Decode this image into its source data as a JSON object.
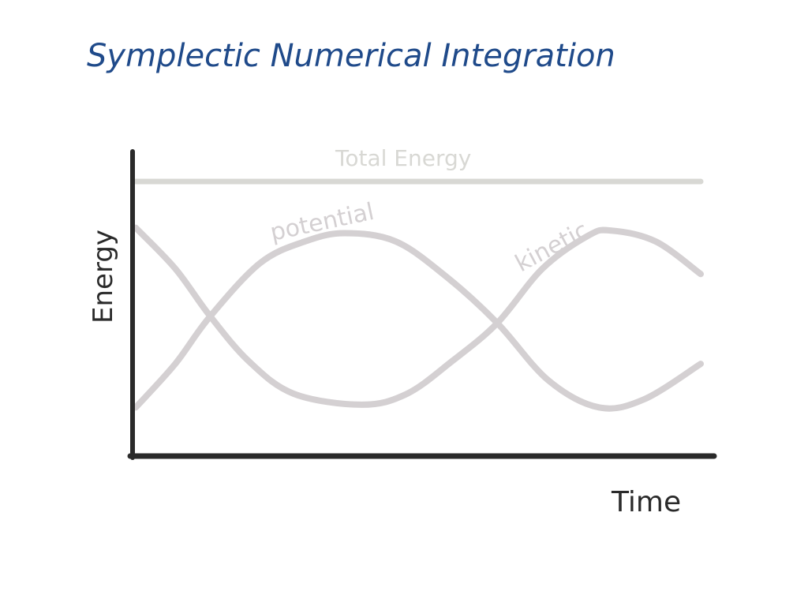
{
  "chart_data": {
    "type": "line",
    "title": "Symplectic Numerical Integration",
    "xlabel": "Time",
    "ylabel": "Energy",
    "xlim": [
      0,
      1
    ],
    "ylim": [
      0,
      1
    ],
    "grid": false,
    "series": [
      {
        "name": "Total Energy",
        "color": "#d8d8d4",
        "x": [
          0,
          1
        ],
        "y": [
          1,
          1
        ]
      },
      {
        "name": "potential",
        "color": "#d4d0d2",
        "x": [
          0,
          0.07,
          0.13,
          0.22,
          0.3,
          0.37,
          0.46,
          0.55,
          0.64,
          0.73,
          0.82,
          0.9,
          1
        ],
        "y": [
          0.17,
          0.33,
          0.5,
          0.7,
          0.78,
          0.81,
          0.78,
          0.65,
          0.48,
          0.27,
          0.17,
          0.2,
          0.33
        ]
      },
      {
        "name": "kinetic",
        "color": "#d4d0d2",
        "x": [
          0,
          0.07,
          0.13,
          0.2,
          0.28,
          0.4,
          0.48,
          0.56,
          0.64,
          0.72,
          0.8,
          0.84,
          0.92,
          1
        ],
        "y": [
          0.83,
          0.68,
          0.51,
          0.34,
          0.22,
          0.18,
          0.22,
          0.34,
          0.48,
          0.68,
          0.8,
          0.82,
          0.78,
          0.66
        ]
      }
    ],
    "annotations": [
      "Total Energy",
      "potential",
      "kinetic"
    ]
  }
}
